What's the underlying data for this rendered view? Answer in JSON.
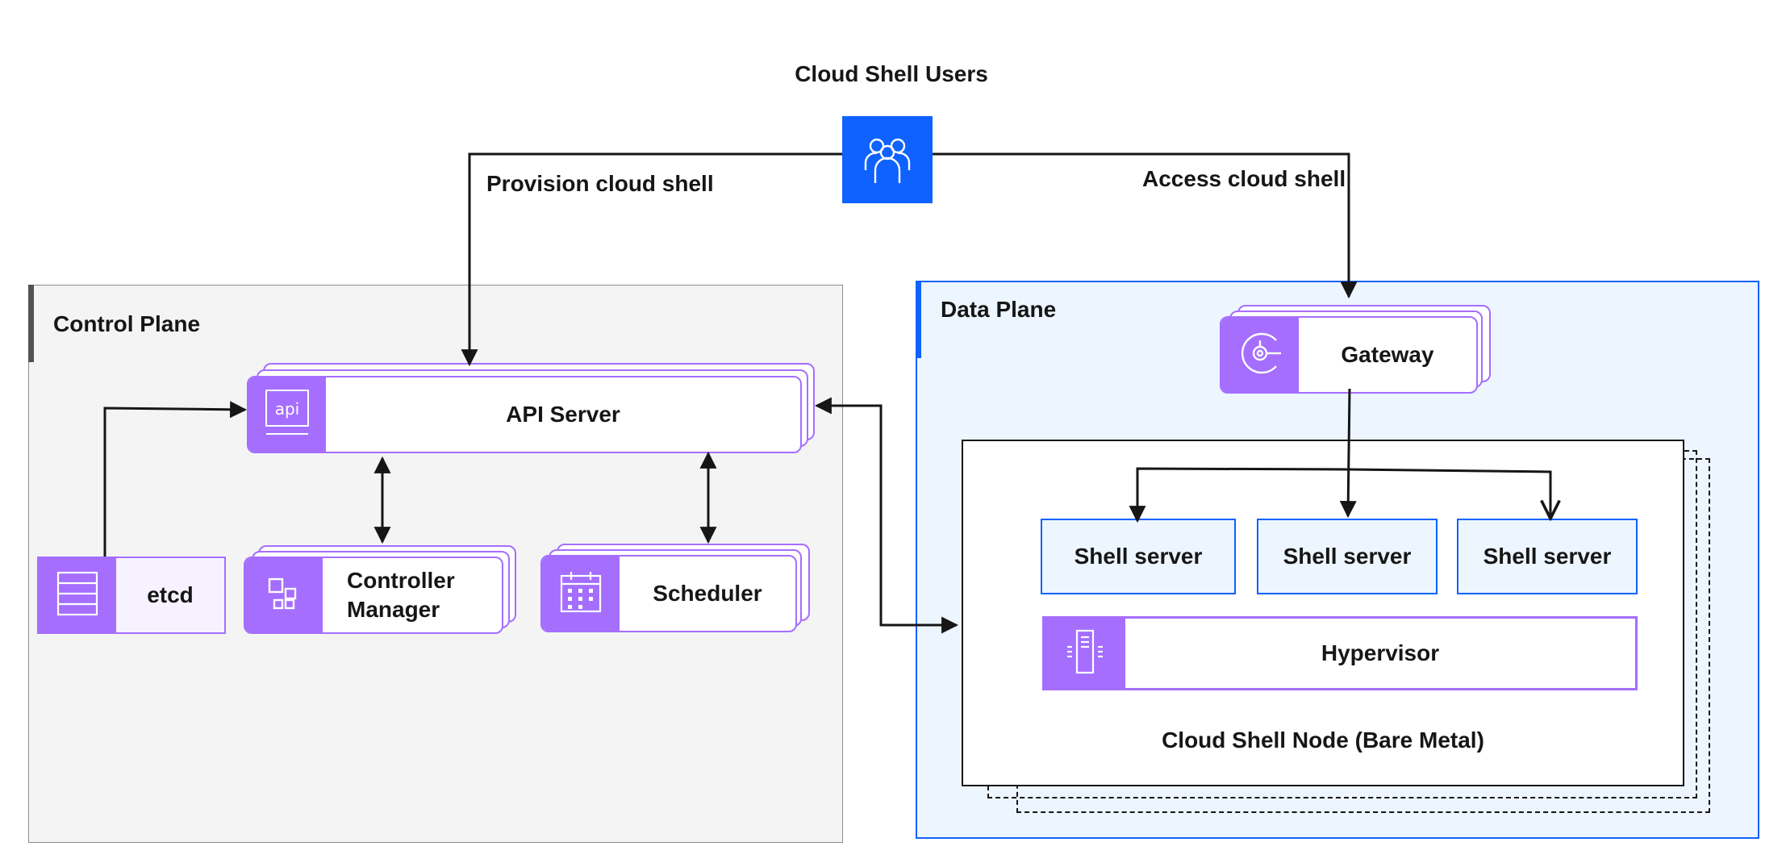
{
  "users": {
    "title": "Cloud Shell Users",
    "icon": "user-group-icon"
  },
  "edges": {
    "provision": "Provision cloud shell",
    "access": "Access cloud shell"
  },
  "control_plane": {
    "title": "Control Plane",
    "api_server": {
      "label": "API Server",
      "icon": "api-icon"
    },
    "etcd": {
      "label": "etcd",
      "icon": "database-icon"
    },
    "controller_manager": {
      "label": "Controller Manager",
      "icon": "apps-icon"
    },
    "scheduler": {
      "label": "Scheduler",
      "icon": "calendar-icon"
    }
  },
  "data_plane": {
    "title": "Data Plane",
    "gateway": {
      "label": "Gateway",
      "icon": "gateway-icon"
    },
    "shell_servers": [
      "Shell server",
      "Shell server",
      "Shell server"
    ],
    "hypervisor": {
      "label": "Hypervisor",
      "icon": "server-icon"
    },
    "node_label": "Cloud Shell Node (Bare Metal)"
  },
  "colors": {
    "purple": "#a56eff",
    "blue": "#0f62fe",
    "light_blue": "#edf5ff",
    "gray_bg": "#f4f4f4"
  }
}
